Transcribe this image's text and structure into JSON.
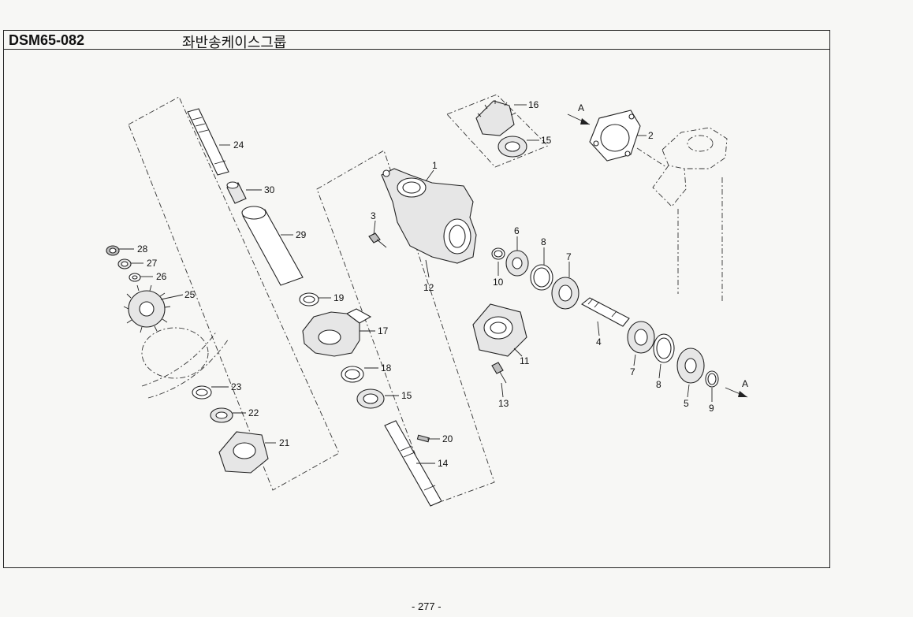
{
  "header": {
    "code": "DSM65-082",
    "title": "좌반송케이스그룹"
  },
  "page_number": "- 277 -",
  "view_marker": "A",
  "callouts": [
    {
      "id": "c1",
      "text": "1"
    },
    {
      "id": "c2",
      "text": "2"
    },
    {
      "id": "c3",
      "text": "3"
    },
    {
      "id": "c4",
      "text": "4"
    },
    {
      "id": "c5",
      "text": "5"
    },
    {
      "id": "c6",
      "text": "6"
    },
    {
      "id": "c7a",
      "text": "7"
    },
    {
      "id": "c7b",
      "text": "7"
    },
    {
      "id": "c8a",
      "text": "8"
    },
    {
      "id": "c8b",
      "text": "8"
    },
    {
      "id": "c9",
      "text": "9"
    },
    {
      "id": "c10",
      "text": "10"
    },
    {
      "id": "c11",
      "text": "11"
    },
    {
      "id": "c12",
      "text": "12"
    },
    {
      "id": "c13",
      "text": "13"
    },
    {
      "id": "c14",
      "text": "14"
    },
    {
      "id": "c15a",
      "text": "15"
    },
    {
      "id": "c15b",
      "text": "15"
    },
    {
      "id": "c16",
      "text": "16"
    },
    {
      "id": "c17",
      "text": "17"
    },
    {
      "id": "c18",
      "text": "18"
    },
    {
      "id": "c19",
      "text": "19"
    },
    {
      "id": "c20",
      "text": "20"
    },
    {
      "id": "c21",
      "text": "21"
    },
    {
      "id": "c22",
      "text": "22"
    },
    {
      "id": "c23",
      "text": "23"
    },
    {
      "id": "c24",
      "text": "24"
    },
    {
      "id": "c25",
      "text": "25"
    },
    {
      "id": "c26",
      "text": "26"
    },
    {
      "id": "c27",
      "text": "27"
    },
    {
      "id": "c28",
      "text": "28"
    },
    {
      "id": "c29",
      "text": "29"
    },
    {
      "id": "c30",
      "text": "30"
    }
  ]
}
